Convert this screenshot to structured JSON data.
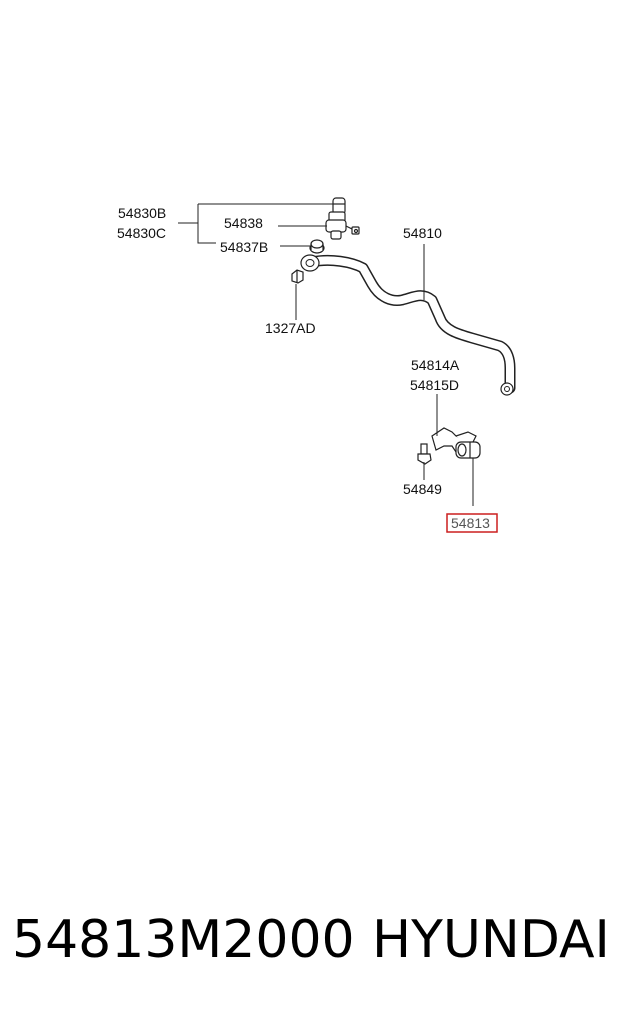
{
  "diagram": {
    "labels": {
      "l_54830B": "54830B",
      "l_54830C": "54830C",
      "l_54838": "54838",
      "l_54837B": "54837B",
      "l_1327AD": "1327AD",
      "l_54810": "54810",
      "l_54814A": "54814A",
      "l_54815D": "54815D",
      "l_54849": "54849",
      "l_54813": "54813"
    },
    "highlighted_part": "54813",
    "highlight_color": "#cc1f1f",
    "line_color": "#222222"
  },
  "footer": {
    "part_number": "54813M2000",
    "brand": "HYUNDAI"
  }
}
